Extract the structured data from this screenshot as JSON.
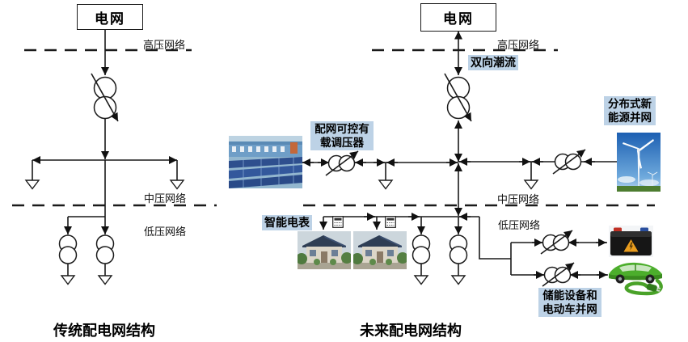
{
  "colors": {
    "line": "#1a1a1a",
    "label_bg": "#bdd2e6",
    "text": "#000000"
  },
  "left": {
    "grid_label": "电网",
    "zones": {
      "high": "高压网络",
      "medium": "中压网络",
      "low": "低压网络"
    },
    "caption": "传统配电网结构"
  },
  "right": {
    "grid_label": "电网",
    "zones": {
      "high": "高压网络",
      "medium": "中压网络",
      "low": "低压网络"
    },
    "annotations": {
      "bidirectional_flow": "双向潮流",
      "regulator": "配网可控有载调压器",
      "distributed_renewables": "分布式新能源并网",
      "smart_meter": "智能电表",
      "storage_ev": "储能设备和电动车并网"
    },
    "icons": {
      "solar": "solar-panels-photo",
      "wind": "wind-turbine-photo",
      "house": "smart-house-photo",
      "battery": "storage-battery-photo",
      "ev": "electric-vehicle-photo",
      "meter": "smart-meter-icon"
    },
    "caption": "未来配电网结构"
  }
}
